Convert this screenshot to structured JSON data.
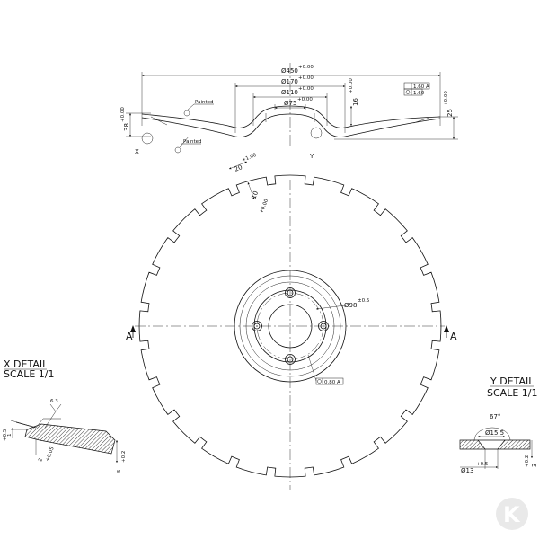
{
  "title_top": {
    "dia450": "Ø450",
    "dia450_tol": "+0.00",
    "dia170": "Ø170",
    "dia170_tol": "+0.00",
    "dia110": "Ø110",
    "dia110_tol": "+0.00",
    "dia75": "Ø75",
    "dia75_tol": "+0.00",
    "h16": "16",
    "h16_tol": "+0.00",
    "h38": "38",
    "h38_tol": "+0.00",
    "h25": "25",
    "h25_tol": "+0.00",
    "painted": "Painted",
    "x_label": "X",
    "y_label": "Y",
    "gdt1": "1.60 A",
    "gdt2": "1.60"
  },
  "face": {
    "slot_w": "20",
    "slot_w_tol": "+1.00",
    "slot_d": "10",
    "slot_d_tol": "+0.00",
    "dia98": "Ø98",
    "dia98_tol": "±0.5",
    "gdt_pos": "0.80 A",
    "section_a": "A",
    "notch_count": 24
  },
  "x_detail": {
    "title": "X DETAIL",
    "scale": "SCALE 1/1",
    "roughness": "6.3",
    "d5": "5",
    "d5_tol": "+0.2",
    "d2": "2",
    "d2_tol": "+0.05",
    "d1": "1",
    "d1_tol": "+0.5"
  },
  "y_detail": {
    "title": "Y DETAIL",
    "scale": "SCALE 1/1",
    "angle": "67°",
    "dia155": "Ø15.5",
    "dia13": "Ø13",
    "dia13_tol": "+0.5",
    "h3": "3",
    "h3_tol": "+0.2"
  },
  "logo": {
    "letter": "K"
  }
}
